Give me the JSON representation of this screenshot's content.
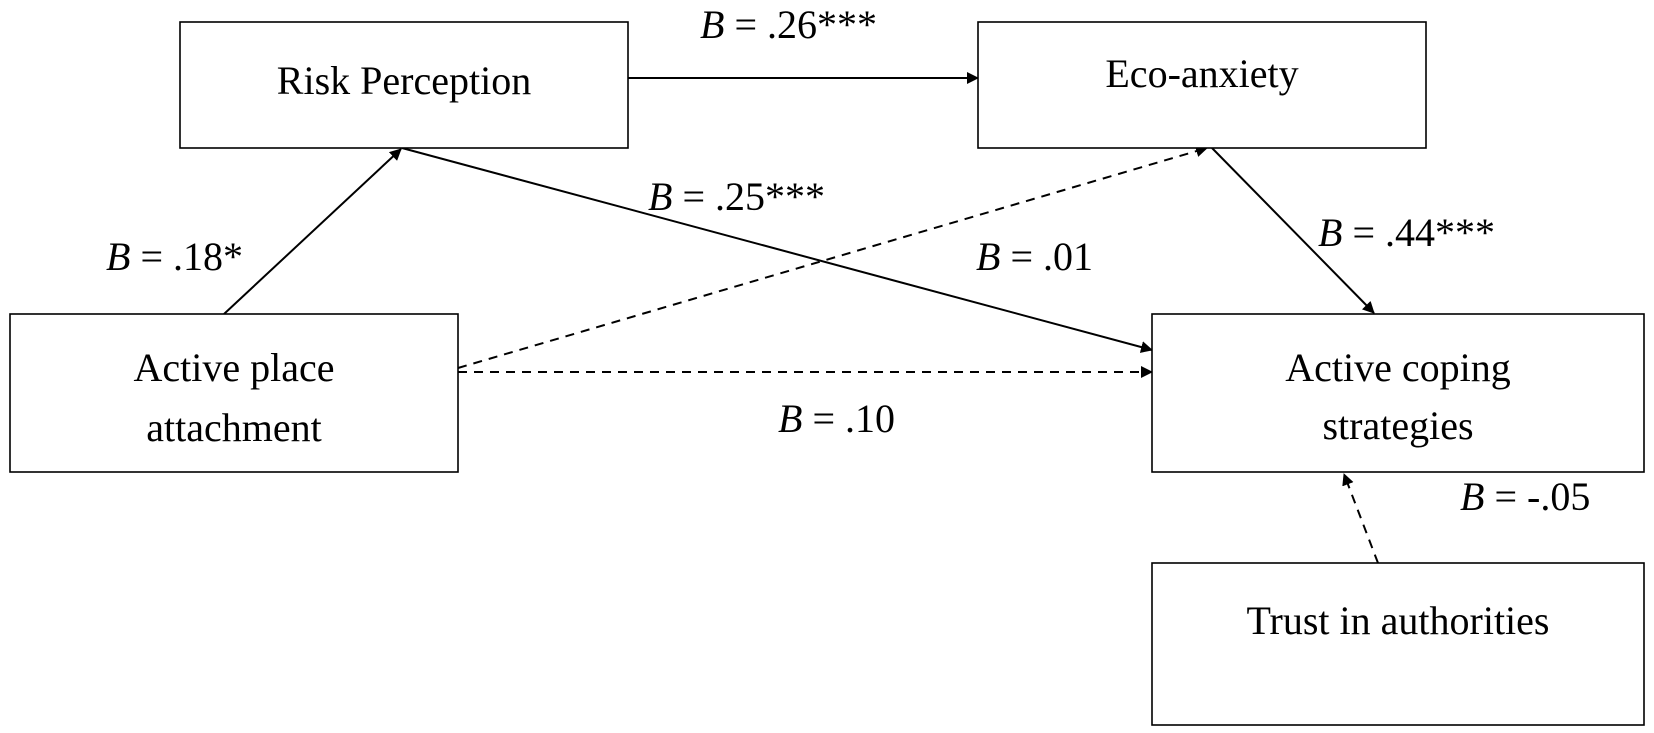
{
  "nodes": {
    "risk_perception": "Risk Perception",
    "eco_anxiety": "Eco-anxiety",
    "active_place_attachment": [
      "Active place",
      "attachment"
    ],
    "active_coping_strategies": [
      "Active coping",
      "strategies"
    ],
    "trust_in_authorities": "Trust in authorities"
  },
  "edges": {
    "risk_to_eco": {
      "b": "B",
      "value": " = .26***",
      "style": "solid"
    },
    "risk_to_coping": {
      "b": "B",
      "value": " = .25***",
      "style": "solid"
    },
    "eco_to_coping": {
      "b": "B",
      "value": " = .44***",
      "style": "solid"
    },
    "place_to_risk": {
      "b": "B",
      "value": " = .18*",
      "style": "solid"
    },
    "place_to_eco": {
      "b": "B",
      "value": " = .01",
      "style": "dashed"
    },
    "place_to_coping": {
      "b": "B",
      "value": " = .10",
      "style": "dashed"
    },
    "trust_to_coping": {
      "b": "B",
      "value": " = -.05",
      "style": "dashed"
    }
  }
}
